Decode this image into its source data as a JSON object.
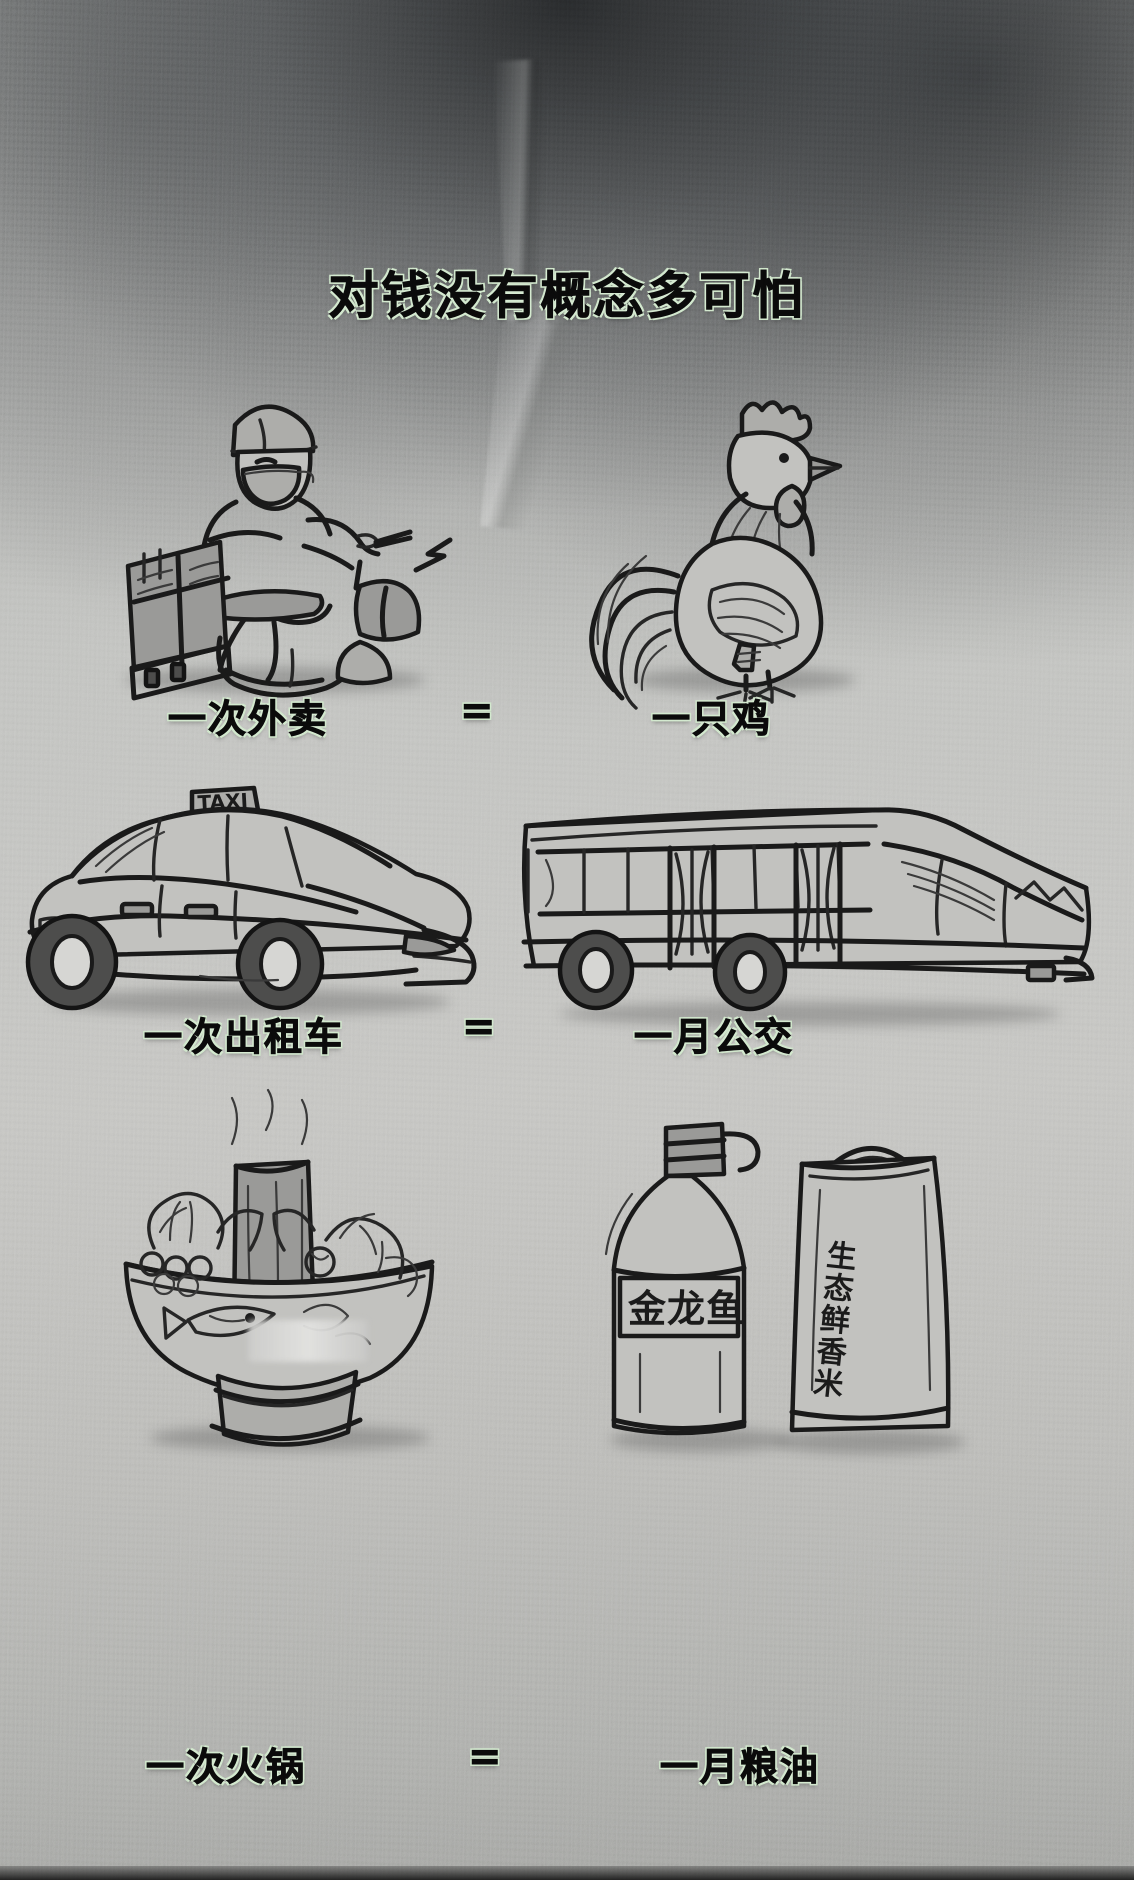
{
  "poster": {
    "title": "对钱没有概念多可怕",
    "equals_sign": "=",
    "accent_color": "#d6ead2",
    "ink_color": "#1a1a1a",
    "paper_color": "#c3c4c1"
  },
  "rows": [
    {
      "id": "row-takeout",
      "left_label": "一次外卖",
      "equals": "=",
      "right_label": "一只鸡",
      "left_drawing": "delivery-rider-scooter",
      "right_drawing": "rooster"
    },
    {
      "id": "row-taxi",
      "left_label": "一次出租车",
      "equals": "=",
      "right_label": "一月公交",
      "left_drawing": "taxi-car",
      "right_drawing": "city-bus"
    },
    {
      "id": "row-hotpot",
      "left_label": "一次火锅",
      "equals": "=",
      "right_label": "一月粮油",
      "left_drawing": "hotpot-bowl",
      "right_drawing": "oil-bottle-and-rice-bag"
    }
  ],
  "drawing_texts": {
    "taxi_roof_sign": "TAXI",
    "oil_bottle_label": "金龙鱼",
    "rice_bag_label": "生态鲜香米"
  }
}
